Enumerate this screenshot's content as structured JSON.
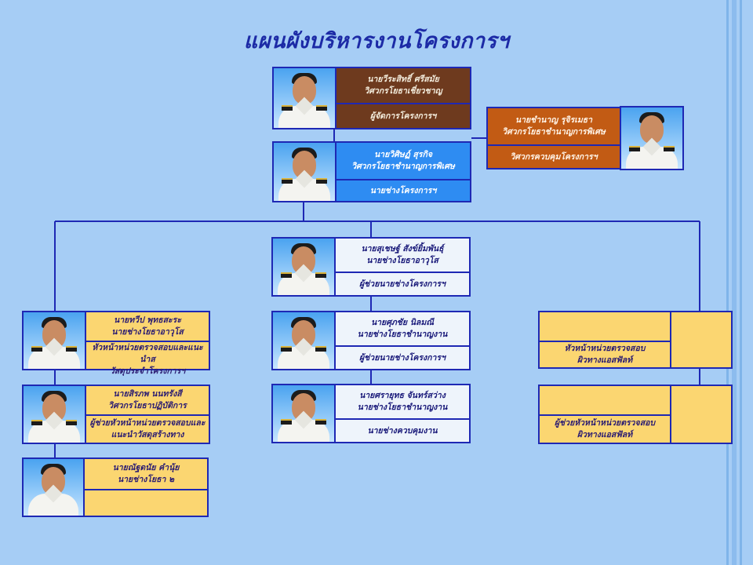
{
  "title": "แผนผังบริหารงานโครงการฯ",
  "colors": {
    "background": "#a6cdf5",
    "title": "#1c2aa6",
    "border": "#1e28b4",
    "brown": "#6e3a1e",
    "orange": "#c25b14",
    "blue": "#2e8cf2",
    "white": "#eef4fb",
    "yellow": "#fbd671"
  },
  "nodes": {
    "manager": {
      "name": "นายวีระสิทธิ์   ศรีสมัย",
      "position": "วิศวกรโยธาเชี่ยวชาญ",
      "role": "ผู้จัดการโครงการฯ"
    },
    "supervisor": {
      "name": "นายชำนาญ  รุจิรเมธา",
      "position": "วิศวกรโยธาชำนาญการพิเศษ",
      "role": "วิศวกรควบคุมโครงการฯ"
    },
    "engineer": {
      "name": "นายวิศิษฏ์   สุรกิจ",
      "position": "วิศวกรโยธาชำนาญการพิเศษ",
      "role": "นายช่างโครงการฯ"
    },
    "assistant1": {
      "name": "นายสุเชษฐ์  สังข์ยิ้มพันธุ์",
      "position": "นายช่างโยธาอาวุโส",
      "role": "ผู้ช่วยนายช่างโครงการฯ"
    },
    "assistant2": {
      "name": "นายศุภชัย  นิลมณี",
      "position": "นายช่างโยธาชำนาญงาน",
      "role": "ผู้ช่วยนายช่างโครงการฯ"
    },
    "controller": {
      "name": "นายศรายุทธ  จันทร์สว่าง",
      "position": "นายช่างโยธาชำนาญงาน",
      "role": "นายช่างควบคุมงาน"
    },
    "left1": {
      "name": "นายทวีป  พุทธสะระ",
      "position": "นายช่างโยธาอาวุโส",
      "role_line1": "หัวหน้าหน่วยตรวจสอบและแนะนำส",
      "role_line2": "วัสดุประจำโครงการฯ"
    },
    "left2": {
      "name": "นายสิรภพ  นนทรังสี",
      "position": "วิศวกรโยธาปฏิบัติการ",
      "role_line1": "ผู้ช่วยหัวหน้าหน่วยตรวจสอบและ",
      "role_line2": "แนะนำวัสดุสร้างทาง"
    },
    "left3": {
      "name": "นายณัฐดนัย  คำนุ้ย",
      "position": "นายช่างโยธา ๒"
    },
    "right1": {
      "role_line1": "หัวหน้าหน่วยตรวจสอบ",
      "role_line2": "ผิวทางแอสฟัลท์"
    },
    "right2": {
      "role_line1": "ผู้ช่วยหัวหน้าหน่วยตรวจสอบ",
      "role_line2": "ผิวทางแอสฟัลท์"
    }
  }
}
